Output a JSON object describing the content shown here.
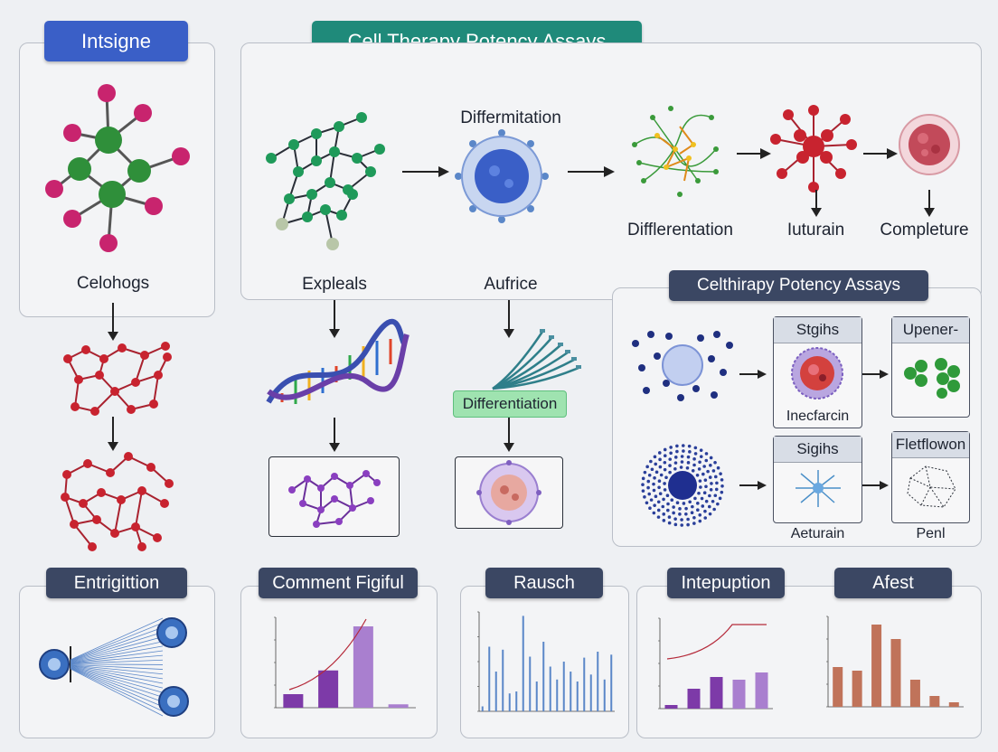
{
  "title": "Cell Therapy Potency Assays",
  "left_panel": {
    "tag": "Intsigne",
    "label": "Celohogs"
  },
  "top_flow": {
    "top_label": "Differmitation",
    "labels": [
      "Difflerentation",
      "Iuturain",
      "Completure"
    ]
  },
  "mid_flow": {
    "left_label": "Expleals",
    "right_label": "Aufrice",
    "green_tag": "Differentiation"
  },
  "right_panel": {
    "tag": "Celthirapy Potency Assays",
    "box1_head": "Stgihs",
    "box1_foot": "Inecfarcin",
    "box2_head": "Upener-",
    "box3_head": "Sigihs",
    "box3_foot": "Aeturain",
    "box4_head": "Fletflowon",
    "box4_foot": "Penl"
  },
  "bottom_panels": [
    {
      "tag": "Entrigittion"
    },
    {
      "tag": "Comment Figiful"
    },
    {
      "tag": "Rausch"
    },
    {
      "tag": "Intepuption"
    },
    {
      "tag": "Afest"
    }
  ],
  "colors": {
    "title": "#1f8a7a",
    "left_tag": "#3a5fc7",
    "navy_tag": "#3b4763",
    "bar_purple": "#7d3aa8",
    "bar_light_purple": "#a97fcf",
    "bar_orange": "#c0735a",
    "bar_blue": "#5b87c8",
    "curve_red": "#b52a3a"
  },
  "chart_data": [
    {
      "type": "bar",
      "panel": "Comment Figiful",
      "values": [
        12,
        33,
        72,
        3
      ],
      "trend": "rising curve"
    },
    {
      "type": "bar",
      "panel": "Rausch",
      "values": [
        5,
        65,
        40,
        62,
        18,
        20,
        96,
        55,
        30,
        70,
        45,
        32,
        50,
        40,
        30,
        54,
        37,
        60,
        32,
        57
      ]
    },
    {
      "type": "bar",
      "panel": "Intepuption",
      "values": [
        4,
        22,
        35,
        32,
        40
      ]
    },
    {
      "type": "bar",
      "panel": "Afest",
      "values": [
        44,
        40,
        91,
        75,
        30,
        12,
        5
      ]
    }
  ]
}
